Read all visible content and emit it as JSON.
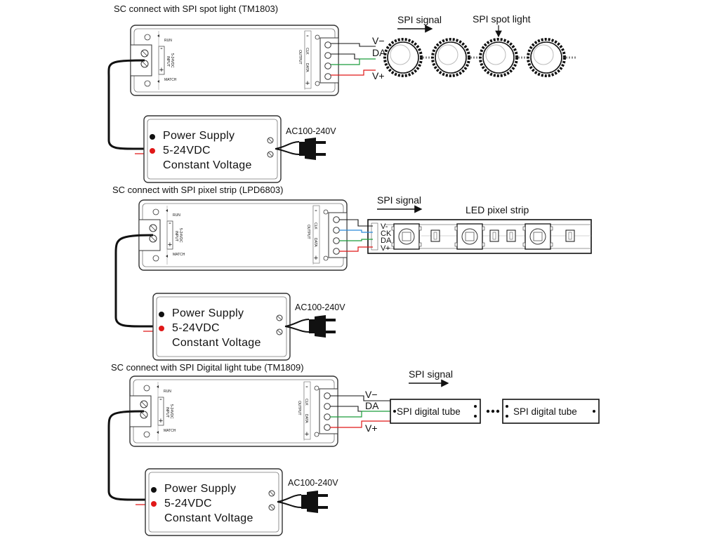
{
  "sections": [
    {
      "title": "SC connect with SPI spot light (TM1803)",
      "signal_label": "SPI signal",
      "device_label": "SPI spot light",
      "pins": [
        "V−",
        "DA",
        "V+"
      ]
    },
    {
      "title": "SC connect with SPI pixel strip (LPD6803)",
      "signal_label": "SPI signal",
      "device_label": "LED pixel strip",
      "pins": [
        "V-",
        "CK",
        "DA",
        "V+"
      ]
    },
    {
      "title": "SC connect with SPI Digital light tube (TM1809)",
      "signal_label": "SPI signal",
      "device_label": "SPI digital tube",
      "device_label_2": "SPI digital tube",
      "pins": [
        "V−",
        "DA",
        "V+"
      ]
    }
  ],
  "controller": {
    "run": "RUN",
    "match": "MATCH",
    "input": "INPUT",
    "input_volt": "5-24VDC",
    "output": "OUTPUT",
    "output_pins": [
      "DATA",
      "CLK"
    ]
  },
  "power_supply": {
    "line1": "Power Supply",
    "line2": "5-24VDC",
    "line3": "Constant Voltage",
    "ac": "AC100-240V"
  },
  "colors": {
    "positive": "#e01818",
    "data": "#1a9c3a",
    "clock": "#2a8bd9",
    "negative": "#111111"
  }
}
